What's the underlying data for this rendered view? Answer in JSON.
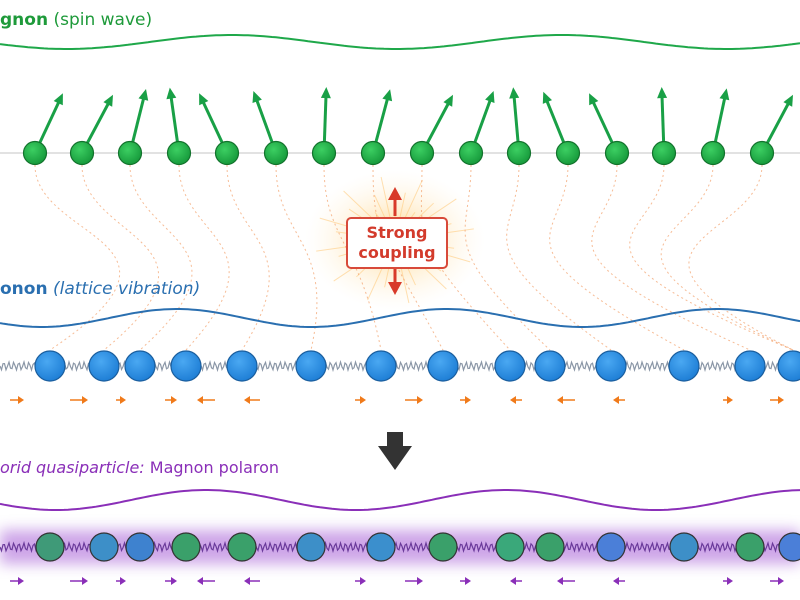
{
  "magnon": {
    "title_bold": "gnon",
    "title_rest": " (spin wave)",
    "color": "#1fa84a"
  },
  "coupling": {
    "line1": "Strong",
    "line2": "coupling",
    "color": "#d33b2c"
  },
  "phonon": {
    "title_bold": "onon",
    "title_rest": "(lattice vibration)",
    "color": "#2a6fb0",
    "atom_color": "#2e8fe0"
  },
  "hybrid": {
    "title_lead": "orid quasiparticle:",
    "title_rest": " Magnon polaron",
    "color": "#8a2fb8"
  },
  "icons": {
    "down_arrow": "down-arrow-icon"
  }
}
